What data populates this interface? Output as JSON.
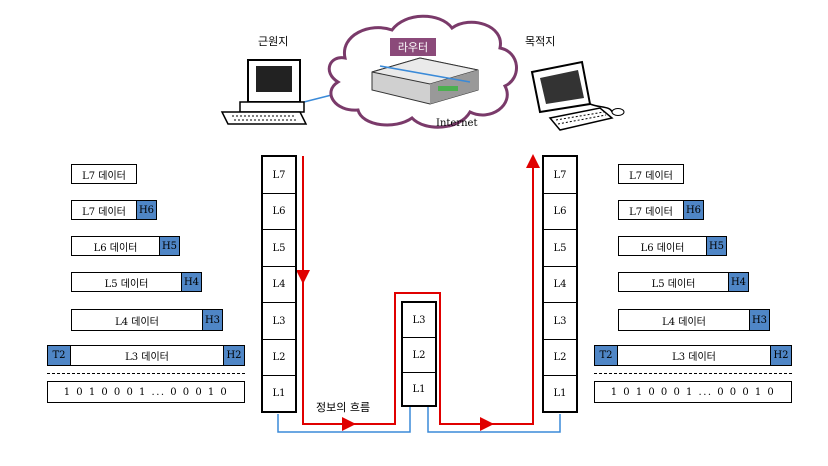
{
  "network": {
    "source_label": "근원지",
    "destination_label": "목적지",
    "router_label": "라우터",
    "internet_label": "Internet",
    "flow_label": "정보의 흐름",
    "router_color": "#8b4a7a",
    "cloud_color": "#7a3a6a",
    "flow_color": "#e00000",
    "link_color": "#3a8ad8"
  },
  "left_stack": {
    "layers": [
      "L7",
      "L6",
      "L5",
      "L4",
      "L3",
      "L2",
      "L1"
    ]
  },
  "right_stack": {
    "layers": [
      "L7",
      "L6",
      "L5",
      "L4",
      "L3",
      "L2",
      "L1"
    ]
  },
  "router_stack": {
    "layers": [
      "L3",
      "L2",
      "L1"
    ]
  },
  "left_encapsulation": {
    "rows": [
      {
        "data": "L7 데이터",
        "header": ""
      },
      {
        "data": "L7 데이터",
        "header": "H6"
      },
      {
        "data": "L6 데이터",
        "header": "H5"
      },
      {
        "data": "L5 데이터",
        "header": "H4"
      },
      {
        "data": "L4 데이터",
        "header": "H3"
      },
      {
        "data": "L3 데이터",
        "header": "H2",
        "trailer": "T2"
      }
    ],
    "bits": "1 0 1 0 0 0 1 ... 0 0 0 1 0"
  },
  "right_encapsulation": {
    "rows": [
      {
        "data": "L7 데이터",
        "header": ""
      },
      {
        "data": "L7 데이터",
        "header": "H6"
      },
      {
        "data": "L6 데이터",
        "header": "H5"
      },
      {
        "data": "L5 데이터",
        "header": "H4"
      },
      {
        "data": "L4 데이터",
        "header": "H3"
      },
      {
        "data": "L3 데이터",
        "header": "H2",
        "trailer": "T2"
      }
    ],
    "bits": "1 0 1 0 0 0 1 ... 0 0 0 1 0"
  },
  "header_color": "#4f86c6"
}
